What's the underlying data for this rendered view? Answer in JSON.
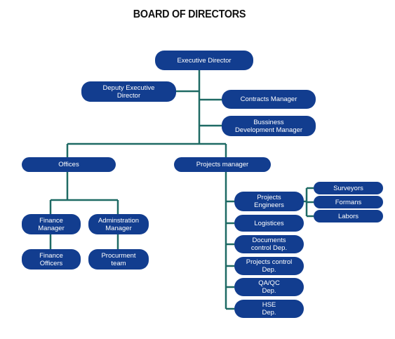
{
  "title": "BOARD OF DIRECTORS",
  "nodes": {
    "executive_director": "Executive Director",
    "deputy_executive_director": "Deputy Executive\nDirector",
    "contracts_manager": "Contracts Manager",
    "business_development_manager": "Bussiness\nDevelopment Manager",
    "offices": "Offices",
    "projects_manager": "Projects manager",
    "finance_manager": "Finance\nManager",
    "administration_manager": "Adminstration\nManager",
    "finance_officers": "Finance\nOfficers",
    "procurement_team": "Procurment\nteam",
    "projects_engineers": "Projects\nEngineers",
    "logistics": "Logistices",
    "documents_control": "Documents\ncontrol Dep.",
    "projects_control": "Projects control\nDep.",
    "qa_qc": "QA/QC\nDep.",
    "hse": "HSE\nDep.",
    "surveyors": "Surveyors",
    "formans": "Formans",
    "labors": "Labors"
  },
  "colors": {
    "node_fill": "#123d8f",
    "connector": "#1e6a64",
    "text": "#ffffff"
  }
}
